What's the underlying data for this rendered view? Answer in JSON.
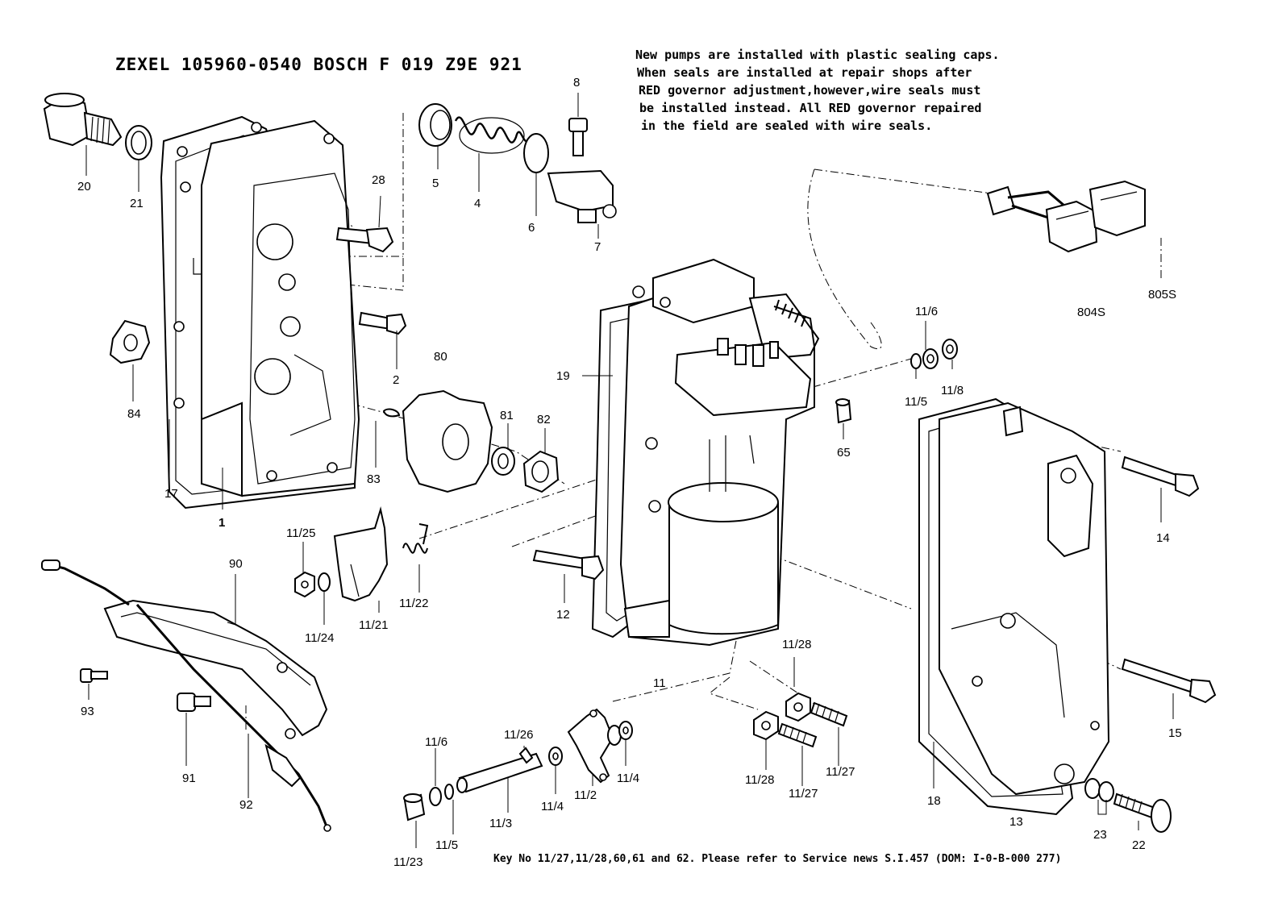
{
  "header": {
    "title": "ZEXEL  105960-0540  BOSCH  F 019 Z9E 921",
    "note_lines": [
      "New pumps are installed with plastic sealing caps.",
      "When seals are installed at repair shops after",
      "RED governor adjustment,however,wire seals must",
      "be installed instead. All RED governor repaired",
      "in the field are sealed with wire seals."
    ]
  },
  "footer": {
    "text": "Key No 11/27,11/28,60,61 and 62.  Please refer to Service news S.I.457 (DOM: I-0-B-000 277)"
  },
  "labels": {
    "p1": "1",
    "p2": "2",
    "p4": "4",
    "p5": "5",
    "p6": "6",
    "p7": "7",
    "p8": "8",
    "p11": "11",
    "p11_2": "11/2",
    "p11_3": "11/3",
    "p11_4a": "11/4",
    "p11_4b": "11/4",
    "p11_5a": "11/5",
    "p11_5b": "11/5",
    "p11_6a": "11/6",
    "p11_6b": "11/6",
    "p11_8": "11/8",
    "p11_21": "11/21",
    "p11_22": "11/22",
    "p11_23": "11/23",
    "p11_24": "11/24",
    "p11_25": "11/25",
    "p11_26": "11/26",
    "p11_27a": "11/27",
    "p11_27b": "11/27",
    "p11_28a": "11/28",
    "p11_28b": "11/28",
    "p12": "12",
    "p13": "13",
    "p14": "14",
    "p15": "15",
    "p17": "17",
    "p18": "18",
    "p19": "19",
    "p20": "20",
    "p21": "21",
    "p22": "22",
    "p23": "23",
    "p28": "28",
    "p65": "65",
    "p80": "80",
    "p81": "81",
    "p82": "82",
    "p83": "83",
    "p84": "84",
    "p90": "90",
    "p91": "91",
    "p92": "92",
    "p93": "93",
    "p804S": "804S",
    "p805S": "805S"
  }
}
